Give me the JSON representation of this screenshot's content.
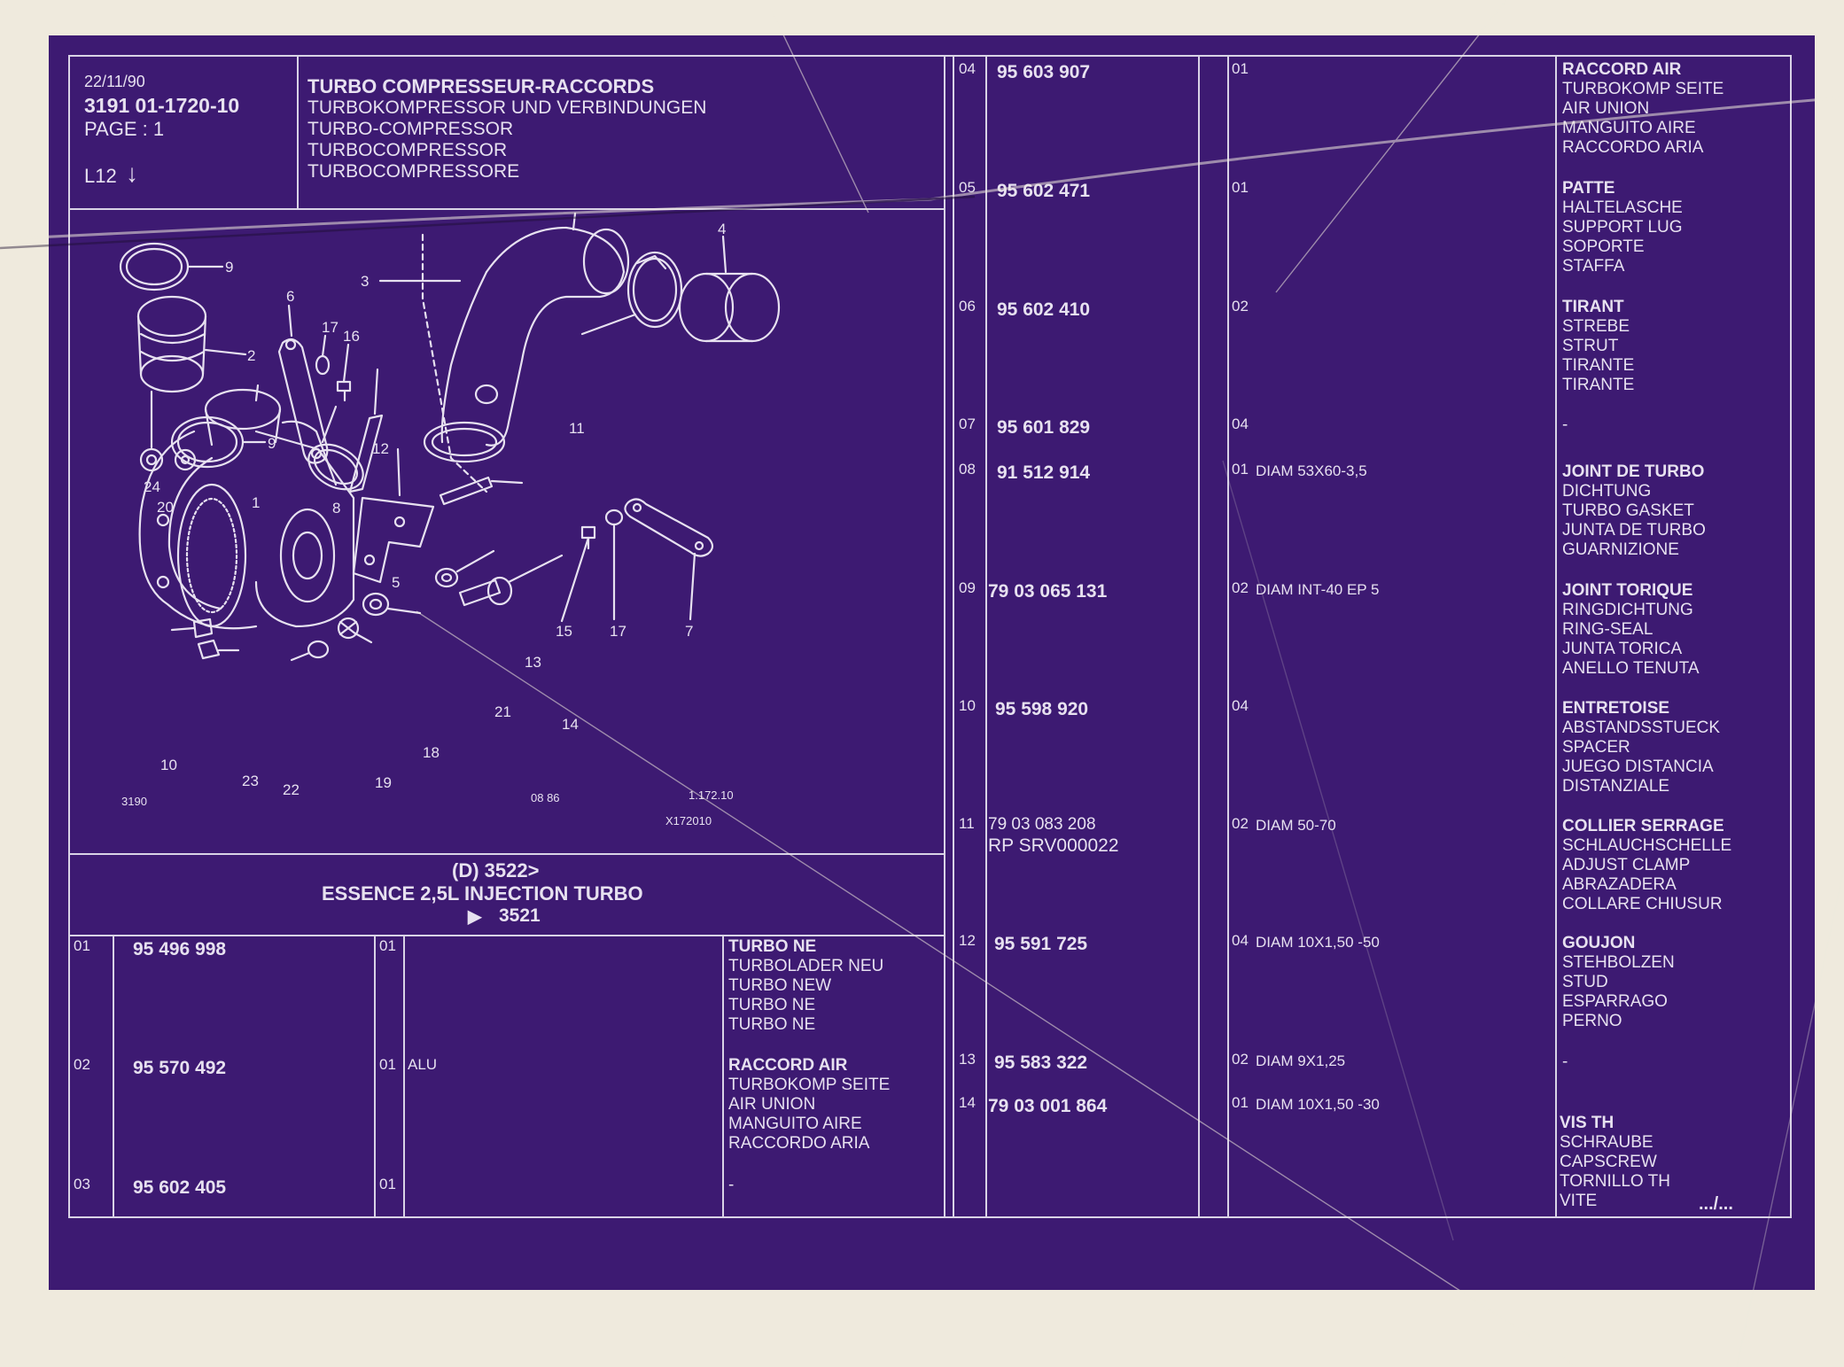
{
  "header": {
    "date": "22/11/90",
    "ref": "3191  01-1720-10",
    "page": "PAGE : 1",
    "code": "L12",
    "arrow": "↓",
    "titles": [
      "TURBO COMPRESSEUR-RACCORDS",
      "TURBOKOMPRESSOR UND VERBINDUNGEN",
      "TURBO-COMPRESSOR",
      "TURBOCOMPRESSOR",
      "TURBOCOMPRESSORE"
    ]
  },
  "drawing": {
    "callouts": [
      "9",
      "6",
      "17",
      "16",
      "3",
      "4",
      "2",
      "9",
      "12",
      "11",
      "24",
      "20",
      "1",
      "8",
      "15",
      "17",
      "7",
      "5",
      "13",
      "21",
      "14",
      "10",
      "18",
      "19",
      "23",
      "22"
    ],
    "corner_left": "3190",
    "corner_mid": "08 86",
    "corner_right": "1.172.10",
    "corner_right2": "X172010"
  },
  "application": {
    "line1": "(D) 3522>",
    "line2": "ESSENCE 2,5L INJECTION TURBO",
    "line3_marker": "▶",
    "line3": "3521"
  },
  "left_table": [
    {
      "no": "01",
      "ref": "95 496 998",
      "qty": "01",
      "spec": "",
      "desc": [
        "TURBO NE",
        "TURBOLADER NEU",
        "TURBO NEW",
        "TURBO NE",
        "TURBO NE"
      ]
    },
    {
      "no": "02",
      "ref": "95 570 492",
      "qty": "01",
      "spec": "ALU",
      "desc": [
        "RACCORD AIR",
        "TURBOKOMP SEITE",
        "AIR UNION",
        "MANGUITO AIRE",
        "RACCORDO ARIA"
      ]
    },
    {
      "no": "03",
      "ref": "95 602 405",
      "qty": "01",
      "spec": "",
      "desc": [
        "-"
      ]
    }
  ],
  "right_table": [
    {
      "no": "04",
      "ref": "95 603 907",
      "ref2": "",
      "qty": "01",
      "spec": "",
      "desc": [
        "RACCORD AIR",
        "TURBOKOMP SEITE",
        "AIR UNION",
        "MANGUITO AIRE",
        "RACCORDO ARIA"
      ]
    },
    {
      "no": "05",
      "ref": "95 602 471",
      "ref2": "",
      "qty": "01",
      "spec": "",
      "desc": [
        "PATTE",
        "HALTELASCHE",
        "SUPPORT LUG",
        "SOPORTE",
        "STAFFA"
      ]
    },
    {
      "no": "06",
      "ref": "95 602 410",
      "ref2": "",
      "qty": "02",
      "spec": "",
      "desc": [
        "TIRANT",
        "STREBE",
        "STRUT",
        "TIRANTE",
        "TIRANTE"
      ]
    },
    {
      "no": "07",
      "ref": "95 601 829",
      "ref2": "",
      "qty": "04",
      "spec": "",
      "desc": [
        "-"
      ]
    },
    {
      "no": "08",
      "ref": "91 512 914",
      "ref2": "",
      "qty": "01",
      "spec": "DIAM 53X60-3,5",
      "desc": [
        "JOINT DE TURBO",
        "DICHTUNG",
        "TURBO GASKET",
        "JUNTA DE TURBO",
        "GUARNIZIONE"
      ]
    },
    {
      "no": "09",
      "ref": "79 03 065 131",
      "ref2": "",
      "qty": "02",
      "spec": "DIAM INT-40 EP 5",
      "desc": [
        "JOINT TORIQUE",
        "RINGDICHTUNG",
        "RING-SEAL",
        "JUNTA TORICA",
        "ANELLO TENUTA"
      ]
    },
    {
      "no": "10",
      "ref": "95 598 920",
      "ref2": "",
      "qty": "04",
      "spec": "",
      "desc": [
        "ENTRETOISE",
        "ABSTANDSSTUECK",
        "SPACER",
        "JUEGO DISTANCIA",
        "DISTANZIALE"
      ]
    },
    {
      "no": "11",
      "ref": "79 03 083 208",
      "ref2": "RP  SRV000022",
      "qty": "02",
      "spec": "DIAM 50-70",
      "desc": [
        "COLLIER SERRAGE",
        "SCHLAUCHSCHELLE",
        "ADJUST CLAMP",
        "ABRAZADERA",
        "COLLARE CHIUSUR"
      ]
    },
    {
      "no": "12",
      "ref": "95 591 725",
      "ref2": "",
      "qty": "04",
      "spec": "DIAM 10X1,50 -50",
      "desc": [
        "GOUJON",
        "STEHBOLZEN",
        "STUD",
        "ESPARRAGO",
        "PERNO"
      ]
    },
    {
      "no": "13",
      "ref": "95 583 322",
      "ref2": "",
      "qty": "02",
      "spec": "DIAM 9X1,25",
      "desc": [
        "-"
      ]
    },
    {
      "no": "14",
      "ref": "79 03 001 864",
      "ref2": "",
      "qty": "01",
      "spec": "DIAM 10X1,50 -30",
      "desc": [
        "VIS TH",
        "SCHRAUBE",
        "CAPSCREW",
        "TORNILLO TH",
        "VITE"
      ]
    }
  ],
  "footer": {
    "continued": ".../..."
  },
  "colors": {
    "sheet": "#3d1a72",
    "ink": "#e7e1f0",
    "background": "#efeadd"
  }
}
